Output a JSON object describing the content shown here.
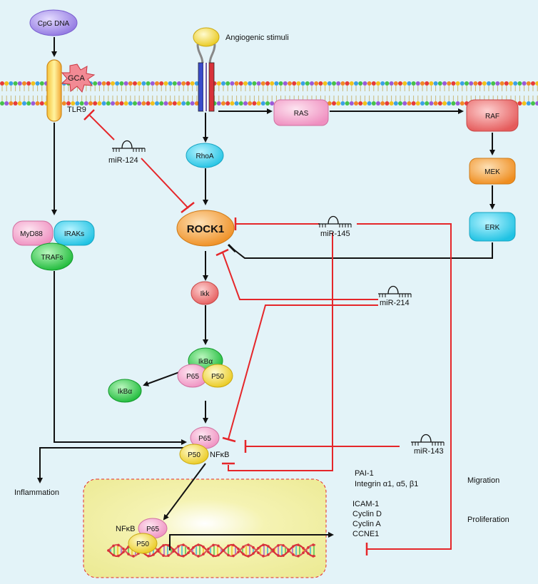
{
  "nodes": {
    "cpg_dna": "CpG DNA",
    "gca": "GCA",
    "tlr9": "TLR9",
    "angiogenic": "Angiogenic stimuli",
    "ras": "RAS",
    "raf": "RAF",
    "mek": "MEK",
    "erk": "ERK",
    "rhoa": "RhoA",
    "rock1": "ROCK1",
    "myd88": "MyD88",
    "iraks": "IRAKs",
    "trafs": "TRAFs",
    "ikk": "Ikk",
    "ikba_complex": "IkBα",
    "p65": "P65",
    "p50": "P50",
    "ikba_free": "IkBα",
    "nfkb": "NFκB",
    "nfkb_nucleus": "NFκB"
  },
  "mirnas": {
    "mir124": "miR-124",
    "mir145": "miR-145",
    "mir214": "miR-214",
    "mir143": "miR-143"
  },
  "outputs": {
    "inflammation": "Inflammation",
    "migration": "Migration",
    "proliferation": "Proliferation",
    "migration_genes": [
      "PAI-1",
      "Integrin α1, α5, β1"
    ],
    "proliferation_genes": [
      "ICAM-1",
      "Cyclin D",
      "Cyclin A",
      "CCNE1"
    ]
  },
  "colors": {
    "background": "#e3f3f8",
    "inhibit": "#e5262a",
    "activate": "#111111",
    "cyan": "#3fd4ee",
    "pink": "#f5a6cf",
    "orange": "#f3a13c",
    "green": "#2ecb46",
    "purple": "#a892e8",
    "yellow": "#f1d72c",
    "salmon": "#f07a7a",
    "nucleus": "#f3f1a4"
  }
}
